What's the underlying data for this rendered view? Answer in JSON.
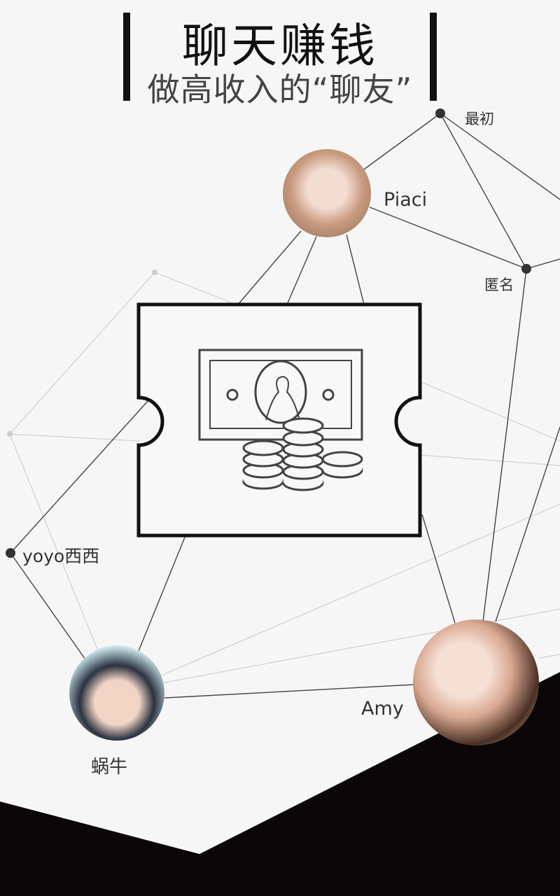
{
  "header": {
    "title": "聊天赚钱",
    "subtitle": "做高收入的“聊友”"
  },
  "nodes": {
    "first": "最初",
    "piaci": "Piaci",
    "anonymous": "匿名",
    "yoyo": "yoyo西西",
    "snail": "蜗牛",
    "amy": "Amy"
  },
  "colors": {
    "accent": "#111111",
    "background": "#f6f6f6"
  }
}
